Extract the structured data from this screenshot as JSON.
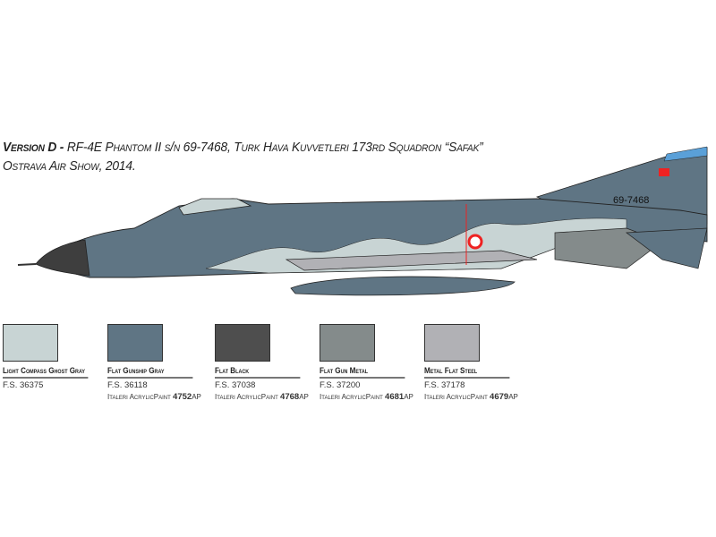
{
  "title": {
    "version": "Version D -",
    "line1": "RF-4E Phantom II s/n 69-7468, Turk Hava Kuvvetleri 173rd Squadron “Safak”",
    "line2": "Ostrava Air Show, 2014."
  },
  "aircraft": {
    "serial": "69-7468"
  },
  "swatches": [
    {
      "name": "Light Compass Ghost Gray",
      "fs": "F.S. 36375",
      "color": "#c8d4d4"
    },
    {
      "name": "Flat Gunship Gray",
      "fs": "F.S. 36118",
      "paint_prefix": "Italeri AcrylicPaint",
      "code": "4752",
      "suffix": "AP",
      "color": "#5f7584"
    },
    {
      "name": "Flat Black",
      "fs": "F.S. 37038",
      "paint_prefix": "Italeri AcrylicPaint",
      "code": "4768",
      "suffix": "AP",
      "color": "#4e4e4e"
    },
    {
      "name": "Flat Gun Metal",
      "fs": "F.S. 37200",
      "paint_prefix": "Italeri AcrylicPaint",
      "code": "4681",
      "suffix": "AP",
      "color": "#848b8b"
    },
    {
      "name": "Metal Flat Steel",
      "fs": "F.S. 37178",
      "paint_prefix": "Italeri AcrylicPaint",
      "code": "4679",
      "suffix": "AP",
      "color": "#b1b1b5"
    }
  ]
}
